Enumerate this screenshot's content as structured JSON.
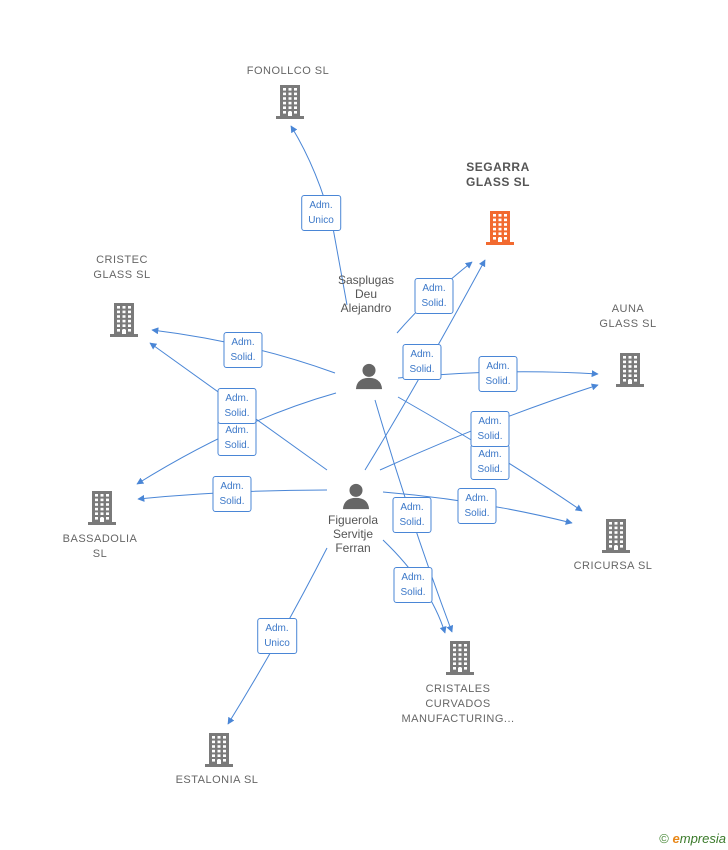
{
  "colors": {
    "edge": "#4a86d6",
    "company": "#7a7a7a",
    "highlight": "#f26a30",
    "person": "#666666"
  },
  "companies": [
    {
      "id": "fonollco",
      "lines": [
        "FONOLLCO  SL"
      ],
      "icon": "building-icon",
      "highlight": false
    },
    {
      "id": "segarra",
      "lines": [
        "SEGARRA",
        "GLASS  SL"
      ],
      "icon": "building-icon",
      "highlight": true
    },
    {
      "id": "cristec",
      "lines": [
        "CRISTEC",
        "GLASS  SL"
      ],
      "icon": "building-icon",
      "highlight": false
    },
    {
      "id": "auna",
      "lines": [
        "AUNA",
        "GLASS  SL"
      ],
      "icon": "building-icon",
      "highlight": false
    },
    {
      "id": "bassadolia",
      "lines": [
        "BASSADOLIA",
        "SL"
      ],
      "icon": "building-icon",
      "highlight": false
    },
    {
      "id": "cricursa",
      "lines": [
        "CRICURSA  SL"
      ],
      "icon": "building-icon",
      "highlight": false
    },
    {
      "id": "cristales",
      "lines": [
        "CRISTALES",
        "CURVADOS",
        "MANUFACTURING..."
      ],
      "icon": "building-icon",
      "highlight": false
    },
    {
      "id": "estalonia",
      "lines": [
        "ESTALONIA  SL"
      ],
      "icon": "building-icon",
      "highlight": false
    }
  ],
  "persons": [
    {
      "id": "sasplugas",
      "lines": [
        "Sasplugas",
        "Deu",
        "Alejandro"
      ],
      "icon": "person-icon"
    },
    {
      "id": "figuerola",
      "lines": [
        "Figuerola",
        "Servitje",
        "Ferran"
      ],
      "icon": "person-icon"
    }
  ],
  "edges": [
    {
      "from": "sasplugas",
      "to": "fonollco",
      "label": [
        "Adm.",
        "Unico"
      ]
    },
    {
      "from": "sasplugas",
      "to": "segarra",
      "label": [
        "Adm.",
        "Solid."
      ]
    },
    {
      "from": "sasplugas",
      "to": "cristec",
      "label": [
        "Adm.",
        "Solid."
      ]
    },
    {
      "from": "sasplugas",
      "to": "auna",
      "label": [
        "Adm.",
        "Solid."
      ]
    },
    {
      "from": "sasplugas",
      "to": "bassadolia",
      "label": [
        "Adm.",
        "Solid."
      ]
    },
    {
      "from": "sasplugas",
      "to": "cricursa",
      "label": [
        "Adm.",
        "Solid."
      ]
    },
    {
      "from": "sasplugas",
      "to": "cristales",
      "label": [
        "Adm.",
        "Solid."
      ]
    },
    {
      "from": "figuerola",
      "to": "segarra",
      "label": [
        "Adm.",
        "Solid."
      ]
    },
    {
      "from": "figuerola",
      "to": "cristec",
      "label": [
        "Adm.",
        "Solid."
      ]
    },
    {
      "from": "figuerola",
      "to": "auna",
      "label": [
        "Adm.",
        "Solid."
      ]
    },
    {
      "from": "figuerola",
      "to": "bassadolia",
      "label": [
        "Adm.",
        "Solid."
      ]
    },
    {
      "from": "figuerola",
      "to": "cricursa",
      "label": [
        "Adm.",
        "Solid."
      ]
    },
    {
      "from": "figuerola",
      "to": "cristales",
      "label": [
        "Adm.",
        "Solid."
      ]
    },
    {
      "from": "figuerola",
      "to": "estalonia",
      "label": [
        "Adm.",
        "Unico"
      ]
    }
  ],
  "footer": {
    "copyright": "©",
    "brand_initial": "e",
    "brand_rest": "mpresia"
  }
}
